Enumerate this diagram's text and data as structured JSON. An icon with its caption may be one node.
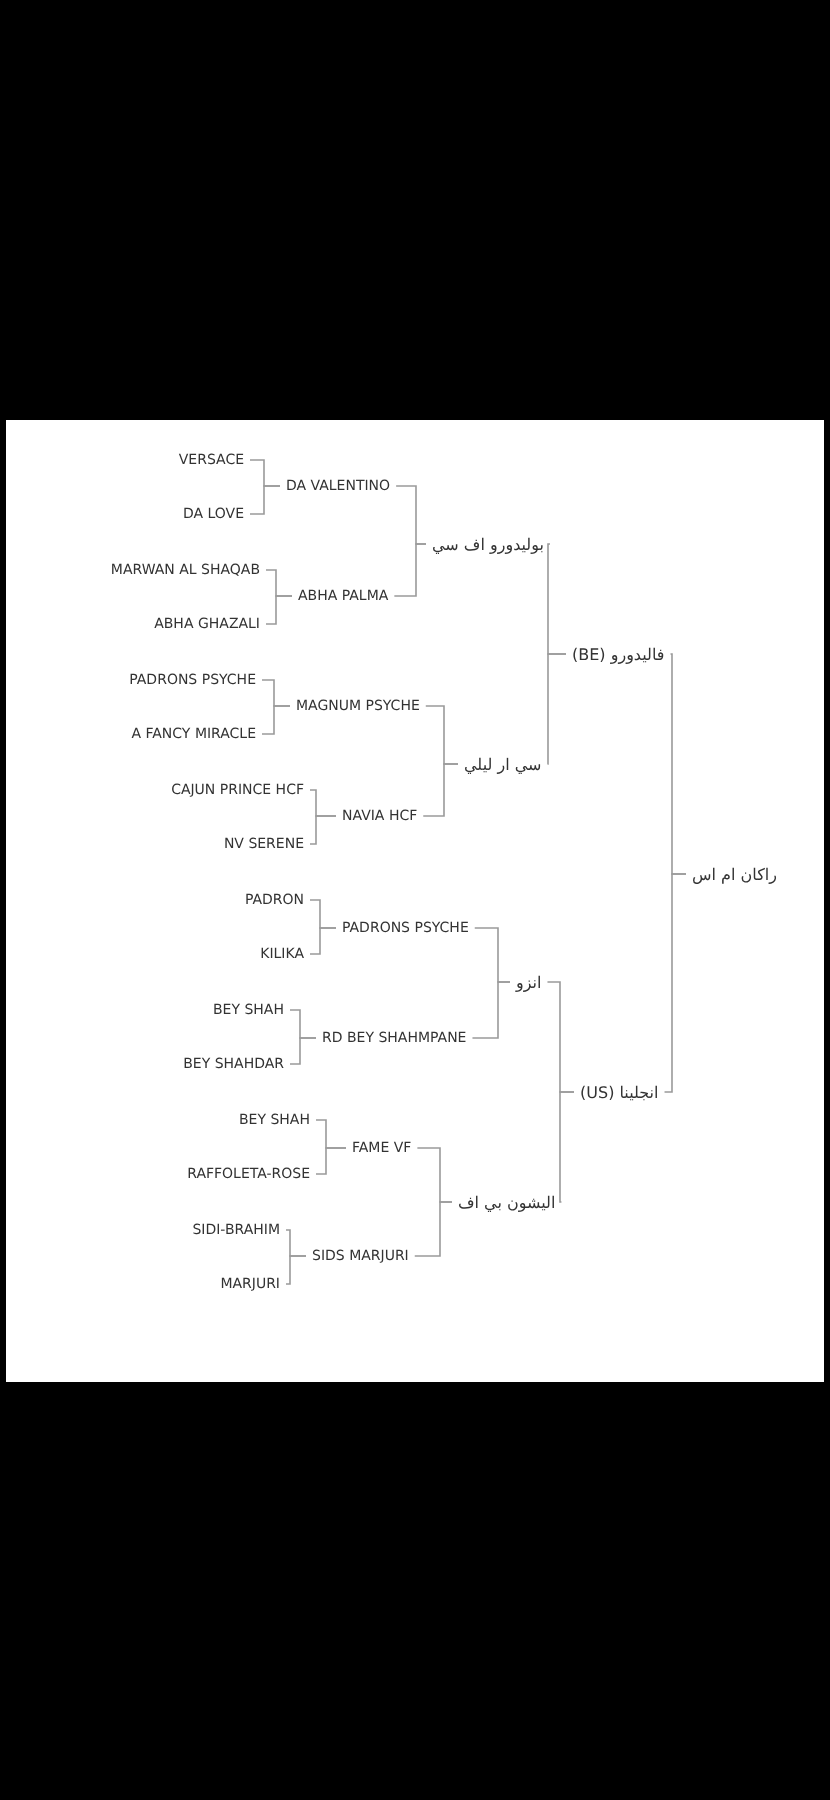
{
  "diagram": {
    "nodes": [
      {
        "text": [
          "VERSACE"
        ]
      },
      {
        "text": [
          "DA LOVE"
        ]
      },
      {
        "text": [
          "MARWAN AL SHAQAB"
        ]
      },
      {
        "text": [
          "ABHA GHAZALI"
        ]
      },
      {
        "text": [
          "PADRONS PSYCHE"
        ]
      },
      {
        "text": [
          "A FANCY MIRACLE"
        ]
      },
      {
        "text": [
          "CAJUN PRINCE HCF"
        ]
      },
      {
        "text": [
          "NV SERENE"
        ]
      },
      {
        "text": [
          "PADRON"
        ]
      },
      {
        "text": [
          "KILIKA"
        ]
      },
      {
        "text": [
          "BEY SHAH"
        ]
      },
      {
        "text": [
          "BEY SHAHDAR"
        ]
      },
      {
        "text": [
          "BEY SHAH"
        ]
      },
      {
        "text": [
          "RAFFOLETA-ROSE"
        ]
      },
      {
        "text": [
          "SIDI-BRAHIM"
        ]
      },
      {
        "text": [
          "MARJURI"
        ]
      },
      {
        "text": [
          "DA VALENTINO"
        ]
      },
      {
        "text": [
          "ABHA PALMA"
        ]
      },
      {
        "text": [
          "MAGNUM PSYCHE"
        ]
      },
      {
        "text": [
          "NAVIA HCF"
        ]
      },
      {
        "text": [
          "PADRONS PSYCHE"
        ]
      },
      {
        "text": [
          "RD BEY SHAHMPANE"
        ]
      },
      {
        "text": [
          "FAME VF"
        ]
      },
      {
        "text": [
          "SIDS MARJURI"
        ]
      },
      {
        "text": [
          "بوليدورو اف سي"
        ]
      },
      {
        "text": [
          "سي ار ليلي"
        ]
      },
      {
        "text": [
          "انزو"
        ]
      },
      {
        "text": [
          "اليشون بي اف"
        ]
      },
      {
        "text": [
          "فاليدورو (BE)"
        ]
      },
      {
        "text": [
          "انجلينا (US)"
        ]
      },
      {
        "text": [
          "راكان ام اس"
        ]
      }
    ],
    "edges": [
      {
        "from": 0,
        "to": 16,
        "arrow": "none"
      },
      {
        "from": 1,
        "to": 16,
        "arrow": "none"
      },
      {
        "from": 2,
        "to": 17,
        "arrow": "none"
      },
      {
        "from": 3,
        "to": 17,
        "arrow": "none"
      },
      {
        "from": 4,
        "to": 18,
        "arrow": "none"
      },
      {
        "from": 5,
        "to": 18,
        "arrow": "none"
      },
      {
        "from": 6,
        "to": 19,
        "arrow": "none"
      },
      {
        "from": 7,
        "to": 19,
        "arrow": "none"
      },
      {
        "from": 8,
        "to": 20,
        "arrow": "none"
      },
      {
        "from": 9,
        "to": 20,
        "arrow": "none"
      },
      {
        "from": 10,
        "to": 21,
        "arrow": "none"
      },
      {
        "from": 11,
        "to": 21,
        "arrow": "none"
      },
      {
        "from": 12,
        "to": 22,
        "arrow": "none"
      },
      {
        "from": 13,
        "to": 22,
        "arrow": "none"
      },
      {
        "from": 14,
        "to": 23,
        "arrow": "none"
      },
      {
        "from": 15,
        "to": 23,
        "arrow": "none"
      },
      {
        "from": 16,
        "to": 24,
        "arrow": "none"
      },
      {
        "from": 17,
        "to": 24,
        "arrow": "none"
      },
      {
        "from": 18,
        "to": 25,
        "arrow": "none"
      },
      {
        "from": 19,
        "to": 25,
        "arrow": "none"
      },
      {
        "from": 20,
        "to": 26,
        "arrow": "none"
      },
      {
        "from": 21,
        "to": 26,
        "arrow": "none"
      },
      {
        "from": 22,
        "to": 27,
        "arrow": "none"
      },
      {
        "from": 23,
        "to": 27,
        "arrow": "none"
      },
      {
        "from": 24,
        "to": 28,
        "arrow": "none"
      },
      {
        "from": 25,
        "to": 28,
        "arrow": "none"
      },
      {
        "from": 26,
        "to": 29,
        "arrow": "none"
      },
      {
        "from": 27,
        "to": 29,
        "arrow": "none"
      },
      {
        "from": 28,
        "to": 30,
        "arrow": "none"
      },
      {
        "from": 29,
        "to": 30,
        "arrow": "none"
      }
    ]
  }
}
